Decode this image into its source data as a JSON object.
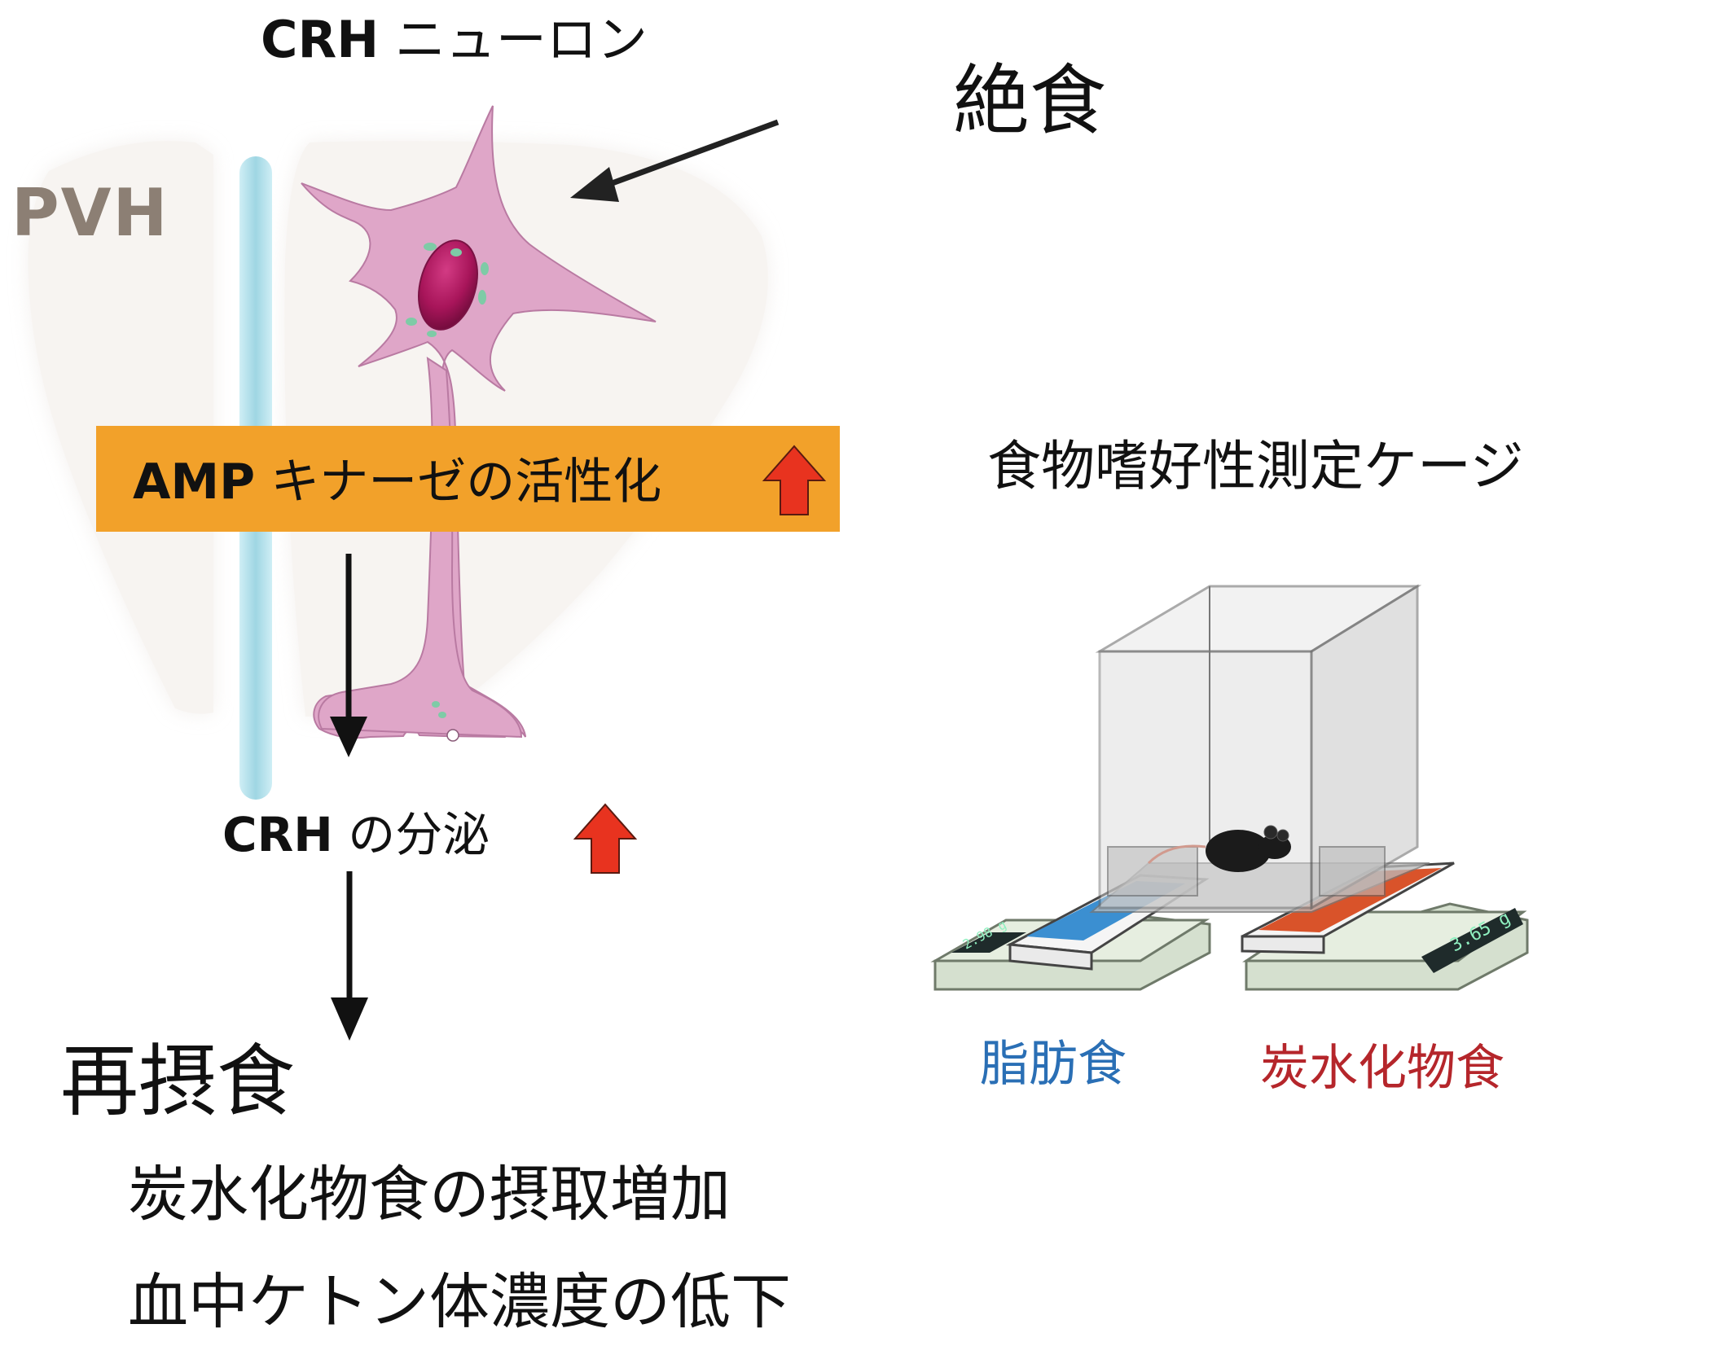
{
  "labels": {
    "crh_neuron_bold": "CRH",
    "crh_neuron_rest": " ニューロン",
    "fasting": "絶食",
    "pvh": "PVH",
    "amp_bold": "AMP",
    "amp_rest": " キナーゼの活性化",
    "crh_secretion_bold": "CRH",
    "crh_secretion_rest": " の分泌",
    "refeeding": "再摂食",
    "effect_carb_intake": "炭水化物食の摂取増加",
    "effect_ketone": "血中ケトン体濃度の低下",
    "cage_title": "食物嗜好性測定ケージ",
    "fat_diet": "脂肪食",
    "carb_diet": "炭水化物食",
    "scale_left_reading": "2.98 g",
    "scale_right_reading": "3.65 g"
  },
  "colors": {
    "amp_bar": "#f2a12a",
    "up_arrow": "#e8331f",
    "fat_label": "#2a6fb5",
    "carb_label": "#b5262b",
    "neuron": "#dfa6c8",
    "nucleus": "#a8155a",
    "ventricle": "#a9dbe6"
  },
  "icons": [
    "up-arrow-icon",
    "down-arrow-icon",
    "neuron-illustration",
    "mouse-icon",
    "cage-illustration",
    "scale-icon"
  ]
}
